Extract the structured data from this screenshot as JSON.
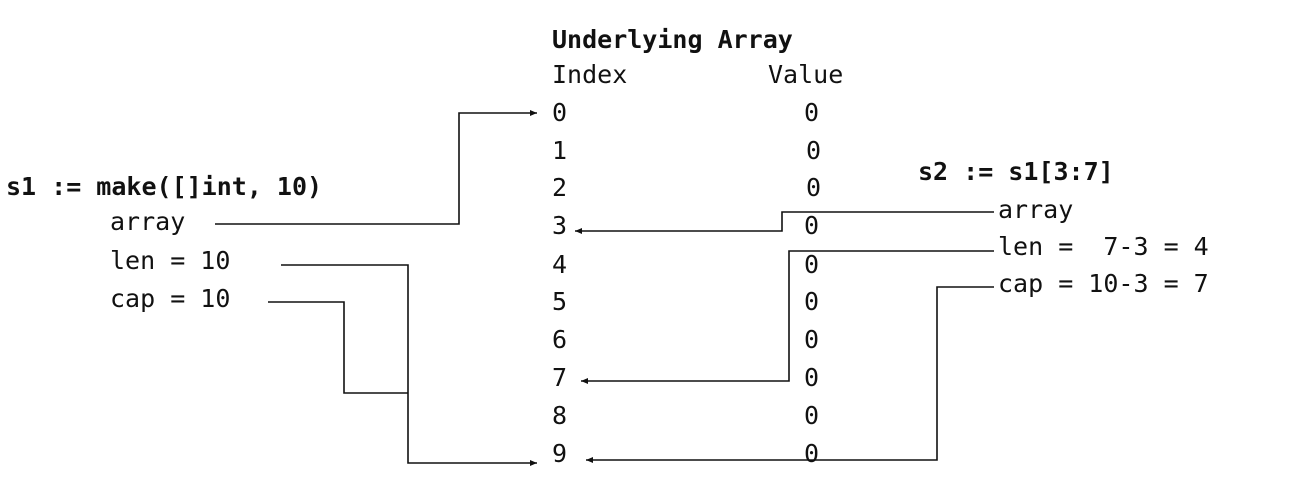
{
  "array": {
    "title": "Underlying Array",
    "index_header": "Index",
    "value_header": "Value",
    "rows": [
      {
        "index": "0",
        "value": "0"
      },
      {
        "index": "1",
        "value": "0"
      },
      {
        "index": "2",
        "value": "0"
      },
      {
        "index": "3",
        "value": "0"
      },
      {
        "index": "4",
        "value": "0"
      },
      {
        "index": "5",
        "value": "0"
      },
      {
        "index": "6",
        "value": "0"
      },
      {
        "index": "7",
        "value": "0"
      },
      {
        "index": "8",
        "value": "0"
      },
      {
        "index": "9",
        "value": "0"
      }
    ]
  },
  "s1": {
    "declaration": "s1 := make([]int, 10)",
    "fields": {
      "array": "array",
      "len": "len = 10",
      "cap": "cap = 10"
    }
  },
  "s2": {
    "declaration": "s2 := s1[3:7]",
    "fields": {
      "array": "array",
      "len": "len =  7-3 = 4",
      "cap": "cap = 10-3 = 7"
    }
  },
  "colors": {
    "text": "#111111",
    "line": "#111111",
    "background": "#ffffff"
  }
}
